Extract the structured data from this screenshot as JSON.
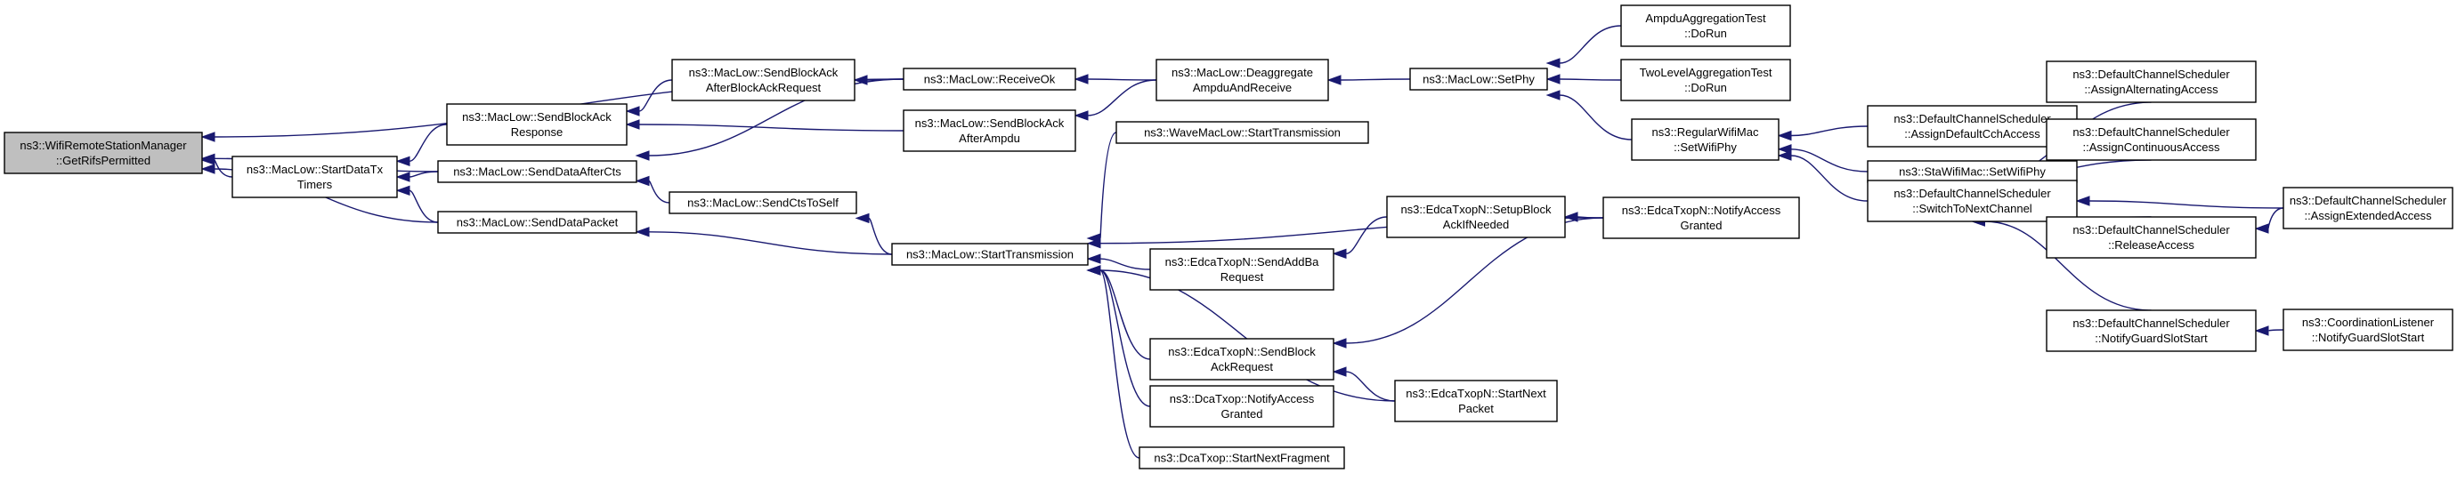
{
  "graph": {
    "nodes": [
      {
        "id": "root",
        "lines": [
          "ns3::WifiRemoteStationManager",
          "::GetRifsPermitted"
        ],
        "highlight": true
      },
      {
        "id": "startDataTxTimers",
        "lines": [
          "ns3::MacLow::StartDataTx",
          "Timers"
        ]
      },
      {
        "id": "sendBlockAckResponse",
        "lines": [
          "ns3::MacLow::SendBlockAck",
          "Response"
        ]
      },
      {
        "id": "sendDataAfterCts",
        "lines": [
          "ns3::MacLow::SendDataAfterCts"
        ]
      },
      {
        "id": "sendDataPacket",
        "lines": [
          "ns3::MacLow::SendDataPacket"
        ]
      },
      {
        "id": "sendBlockAckAfterBAR",
        "lines": [
          "ns3::MacLow::SendBlockAck",
          "AfterBlockAckRequest"
        ]
      },
      {
        "id": "sendCtsToSelf",
        "lines": [
          "ns3::MacLow::SendCtsToSelf"
        ]
      },
      {
        "id": "receiveOk",
        "lines": [
          "ns3::MacLow::ReceiveOk"
        ]
      },
      {
        "id": "sendBlockAckAfterAmpdu",
        "lines": [
          "ns3::MacLow::SendBlockAck",
          "AfterAmpdu"
        ]
      },
      {
        "id": "startTransmission",
        "lines": [
          "ns3::MacLow::StartTransmission"
        ]
      },
      {
        "id": "deaggregate",
        "lines": [
          "ns3::MacLow::Deaggregate",
          "AmpduAndReceive"
        ]
      },
      {
        "id": "waveStartTx",
        "lines": [
          "ns3::WaveMacLow::StartTransmission"
        ]
      },
      {
        "id": "sendAddBa",
        "lines": [
          "ns3::EdcaTxopN::SendAddBa",
          "Request"
        ]
      },
      {
        "id": "sendBlockAckRequest",
        "lines": [
          "ns3::EdcaTxopN::SendBlock",
          "AckRequest"
        ]
      },
      {
        "id": "dcaNotifyAccess",
        "lines": [
          "ns3::DcaTxop::NotifyAccess",
          "Granted"
        ]
      },
      {
        "id": "dcaStartNextFragment",
        "lines": [
          "ns3::DcaTxop::StartNextFragment"
        ]
      },
      {
        "id": "setPhy",
        "lines": [
          "ns3::MacLow::SetPhy"
        ]
      },
      {
        "id": "setupBlockAck",
        "lines": [
          "ns3::EdcaTxopN::SetupBlock",
          "AckIfNeeded"
        ]
      },
      {
        "id": "startNextPacket",
        "lines": [
          "ns3::EdcaTxopN::StartNext",
          "Packet"
        ]
      },
      {
        "id": "ampduTest",
        "lines": [
          "AmpduAggregationTest",
          "::DoRun"
        ]
      },
      {
        "id": "twoLevelTest",
        "lines": [
          "TwoLevelAggregationTest",
          "::DoRun"
        ]
      },
      {
        "id": "regularSetWifiPhy",
        "lines": [
          "ns3::RegularWifiMac",
          "::SetWifiPhy"
        ]
      },
      {
        "id": "edcaNotifyAccess",
        "lines": [
          "ns3::EdcaTxopN::NotifyAccess",
          "Granted"
        ]
      },
      {
        "id": "assignDefaultCch",
        "lines": [
          "ns3::DefaultChannelScheduler",
          "::AssignDefaultCchAccess"
        ]
      },
      {
        "id": "staSetWifiPhy",
        "lines": [
          "ns3::StaWifiMac::SetWifiPhy"
        ]
      },
      {
        "id": "switchToNextChannel",
        "lines": [
          "ns3::DefaultChannelScheduler",
          "::SwitchToNextChannel"
        ]
      },
      {
        "id": "assignAlternating",
        "lines": [
          "ns3::DefaultChannelScheduler",
          "::AssignAlternatingAccess"
        ]
      },
      {
        "id": "assignContinuous",
        "lines": [
          "ns3::DefaultChannelScheduler",
          "::AssignContinuousAccess"
        ]
      },
      {
        "id": "releaseAccess",
        "lines": [
          "ns3::DefaultChannelScheduler",
          "::ReleaseAccess"
        ]
      },
      {
        "id": "notifyGuardSlotStart",
        "lines": [
          "ns3::DefaultChannelScheduler",
          "::NotifyGuardSlotStart"
        ]
      },
      {
        "id": "assignExtended",
        "lines": [
          "ns3::DefaultChannelScheduler",
          "::AssignExtendedAccess"
        ]
      },
      {
        "id": "coordNotifyGuard",
        "lines": [
          "ns3::CoordinationListener",
          "::NotifyGuardSlotStart"
        ]
      }
    ],
    "edges": [
      {
        "from": "startDataTxTimers",
        "to": "root"
      },
      {
        "from": "sendDataAfterCts",
        "to": "root"
      },
      {
        "from": "sendDataPacket",
        "to": "root"
      },
      {
        "from": "receiveOk",
        "to": "root"
      },
      {
        "from": "sendBlockAckResponse",
        "to": "startDataTxTimers"
      },
      {
        "from": "sendDataAfterCts",
        "to": "startDataTxTimers"
      },
      {
        "from": "sendDataPacket",
        "to": "startDataTxTimers"
      },
      {
        "from": "sendBlockAckAfterBAR",
        "to": "sendBlockAckResponse"
      },
      {
        "from": "sendBlockAckAfterAmpdu",
        "to": "sendBlockAckResponse"
      },
      {
        "from": "receiveOk",
        "to": "sendDataAfterCts"
      },
      {
        "from": "sendCtsToSelf",
        "to": "sendDataAfterCts"
      },
      {
        "from": "startTransmission",
        "to": "sendDataPacket"
      },
      {
        "from": "receiveOk",
        "to": "sendBlockAckAfterBAR"
      },
      {
        "from": "startTransmission",
        "to": "sendCtsToSelf"
      },
      {
        "from": "deaggregate",
        "to": "receiveOk"
      },
      {
        "from": "deaggregate",
        "to": "sendBlockAckAfterAmpdu"
      },
      {
        "from": "waveStartTx",
        "to": "startTransmission"
      },
      {
        "from": "edcaNotifyAccess",
        "to": "startTransmission"
      },
      {
        "from": "sendAddBa",
        "to": "startTransmission"
      },
      {
        "from": "sendBlockAckRequest",
        "to": "startTransmission"
      },
      {
        "from": "startNextPacket",
        "to": "startTransmission"
      },
      {
        "from": "dcaNotifyAccess",
        "to": "startTransmission"
      },
      {
        "from": "dcaStartNextFragment",
        "to": "startTransmission"
      },
      {
        "from": "setPhy",
        "to": "deaggregate"
      },
      {
        "from": "setupBlockAck",
        "to": "sendAddBa"
      },
      {
        "from": "edcaNotifyAccess",
        "to": "sendBlockAckRequest"
      },
      {
        "from": "startNextPacket",
        "to": "sendBlockAckRequest"
      },
      {
        "from": "edcaNotifyAccess",
        "to": "setupBlockAck"
      },
      {
        "from": "ampduTest",
        "to": "setPhy"
      },
      {
        "from": "twoLevelTest",
        "to": "setPhy"
      },
      {
        "from": "regularSetWifiPhy",
        "to": "setPhy"
      },
      {
        "from": "assignDefaultCch",
        "to": "regularSetWifiPhy"
      },
      {
        "from": "staSetWifiPhy",
        "to": "regularSetWifiPhy"
      },
      {
        "from": "switchToNextChannel",
        "to": "regularSetWifiPhy"
      },
      {
        "from": "assignAlternating",
        "to": "switchToNextChannel"
      },
      {
        "from": "assignContinuous",
        "to": "switchToNextChannel"
      },
      {
        "from": "assignExtended",
        "to": "switchToNextChannel"
      },
      {
        "from": "releaseAccess",
        "to": "switchToNextChannel"
      },
      {
        "from": "notifyGuardSlotStart",
        "to": "switchToNextChannel"
      },
      {
        "from": "assignExtended",
        "to": "releaseAccess"
      },
      {
        "from": "coordNotifyGuard",
        "to": "notifyGuardSlotStart"
      }
    ],
    "colors": {
      "edge": "#191970",
      "root_fill": "#bfbfbf",
      "node_fill": "#ffffff",
      "border": "#000000"
    }
  }
}
